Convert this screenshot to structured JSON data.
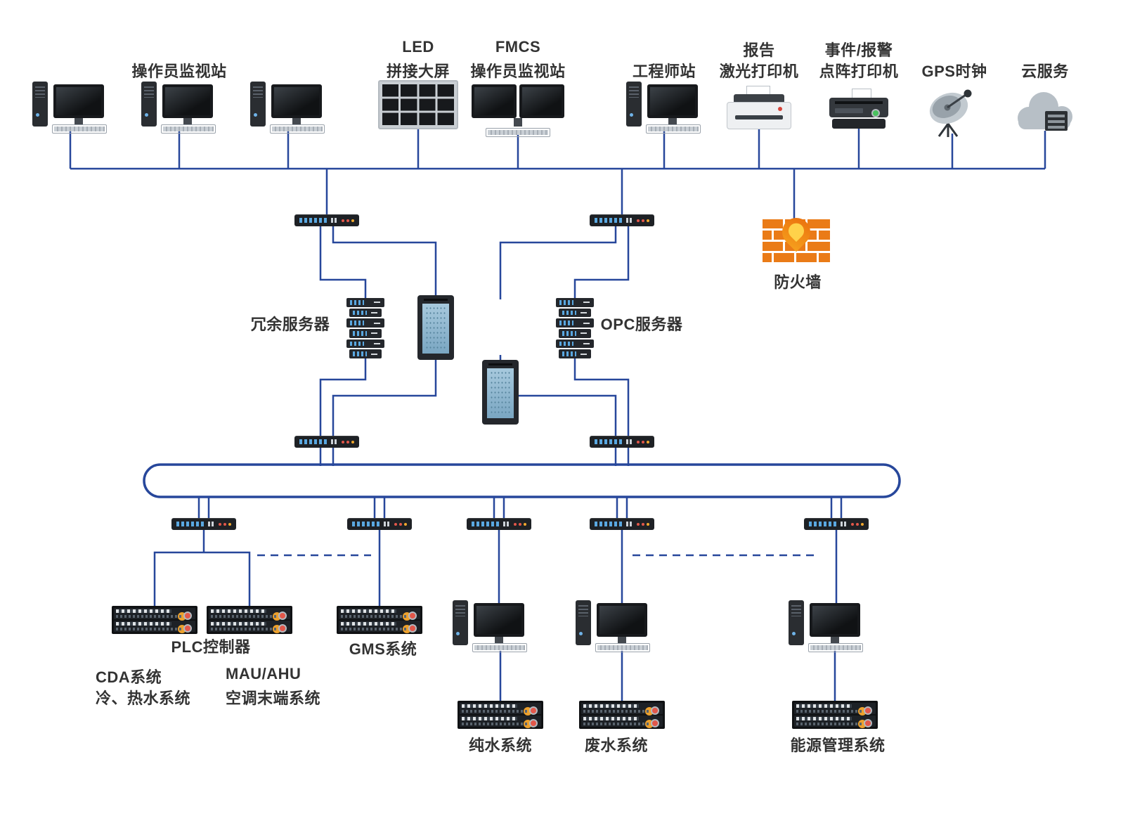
{
  "diagram": {
    "colors": {
      "line": "#27479b",
      "label": "#333333",
      "firewall_brick": "#ea7b17",
      "flame_outer": "#f6a01d",
      "flame_deep": "#ea6f0d",
      "flame_inner": "#ffd24a",
      "switch_port_blue": "#5aa8e1",
      "server_panel_blue": "#8fb9d3"
    },
    "icons": {
      "workstation-icon": "css-shape",
      "dual-monitor-icon": "css-shape",
      "led-videowall-icon": "css-grid",
      "laser-printer-icon": "css-shape",
      "dot-matrix-printer-icon": "css-shape",
      "gps-antenna-icon": "svg-dish",
      "cloud-server-icon": "svg-cloud",
      "network-switch-icon": "css-shape",
      "rack-server-icon": "css-shape",
      "tower-server-icon": "css-shape",
      "plc-rack-icon": "css-shape",
      "firewall-icon": "svg-bricks-flame"
    },
    "labels": {
      "operator_station": "操作员监视站",
      "led_line1": "LED",
      "led_line2": "拼接大屏",
      "fmcs_line1": "FMCS",
      "fmcs_line2": "操作员监视站",
      "engineer_station": "工程师站",
      "laser_line1": "报告",
      "laser_line2": "激光打印机",
      "dot_line1": "事件/报警",
      "dot_line2": "点阵打印机",
      "gps_clock": "GPS时钟",
      "cloud_service": "云服务",
      "firewall": "防火墙",
      "redundant_server": "冗余服务器",
      "opc_server": "OPC服务器",
      "plc_controller": "PLC控制器",
      "cda_line1": "CDA系统",
      "cda_line2": "冷、热水系统",
      "mau_line1": "MAU/AHU",
      "mau_line2": "空调末端系统",
      "gms_system": "GMS系统",
      "pure_water": "纯水系统",
      "waste_water": "废水系统",
      "energy_management": "能源管理系统"
    }
  }
}
